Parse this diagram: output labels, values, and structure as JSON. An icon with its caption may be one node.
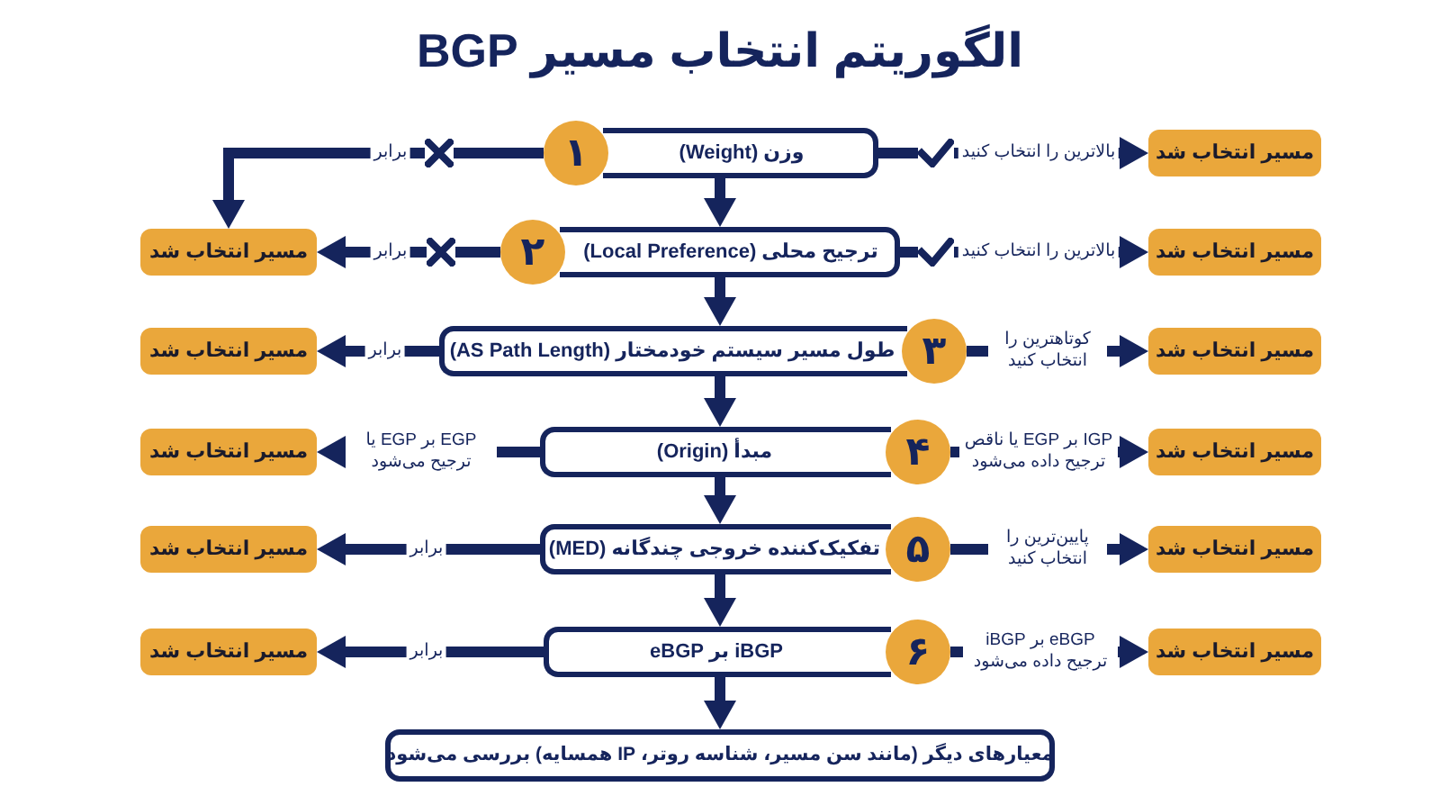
{
  "diagram": {
    "title": "الگوریتم انتخاب مسیر BGP",
    "nodes": [
      {
        "text": [
          "وزن (Weight)"
        ]
      },
      {
        "text": [
          "۱"
        ]
      },
      {
        "text": [
          "مسیر انتخاب شد"
        ]
      },
      {
        "text": [
          "ترجیح محلی (Local Preference)"
        ]
      },
      {
        "text": [
          "۲"
        ]
      },
      {
        "text": [
          "مسیر انتخاب شد"
        ]
      },
      {
        "text": [
          "مسیر انتخاب شد"
        ]
      },
      {
        "text": [
          "طول مسیر سیستم خودمختار (AS Path Length)"
        ]
      },
      {
        "text": [
          "۳"
        ]
      },
      {
        "text": [
          "مسیر انتخاب شد"
        ]
      },
      {
        "text": [
          "مسیر انتخاب شد"
        ]
      },
      {
        "text": [
          "مبدأ (Origin)"
        ]
      },
      {
        "text": [
          "۴"
        ]
      },
      {
        "text": [
          "مسیر انتخاب شد"
        ]
      },
      {
        "text": [
          "مسیر انتخاب شد"
        ]
      },
      {
        "text": [
          "تفکیک‌کننده خروجی چندگانه (MED)"
        ]
      },
      {
        "text": [
          "۵"
        ]
      },
      {
        "text": [
          "مسیر انتخاب شد"
        ]
      },
      {
        "text": [
          "مسیر انتخاب شد"
        ]
      },
      {
        "text": [
          "iBGP بر eBGP"
        ]
      },
      {
        "text": [
          "۶"
        ]
      },
      {
        "text": [
          "مسیر انتخاب شد"
        ]
      },
      {
        "text": [
          "مسیر انتخاب شد"
        ]
      },
      {
        "text": [
          "معیارهای دیگر (مانند سن مسیر، شناسه روتر، IP همسایه) بررسی می‌شود"
        ]
      }
    ],
    "edges": [
      {
        "from": 0,
        "to": 2,
        "arrow": "to",
        "label": "بالاترین را انتخاب کنید"
      },
      {
        "from": 1,
        "to": 6,
        "arrow": "to",
        "label": "برابر"
      },
      {
        "from": 0,
        "to": 3,
        "arrow": "to"
      },
      {
        "from": 3,
        "to": 5,
        "arrow": "to",
        "label": "بالاترین را انتخاب کنید"
      },
      {
        "from": 4,
        "to": 6,
        "arrow": "to",
        "label": "برابر"
      },
      {
        "from": 3,
        "to": 7,
        "arrow": "to"
      },
      {
        "from": 8,
        "to": 9,
        "arrow": "to",
        "label": "کوتاهترین را انتخاب کنید"
      },
      {
        "from": 7,
        "to": 10,
        "arrow": "to",
        "label": "برابر"
      },
      {
        "from": 7,
        "to": 11,
        "arrow": "to"
      },
      {
        "from": 12,
        "to": 13,
        "arrow": "to",
        "label": "IGP بر EGP یا ناقص ترجیح داده می‌شود"
      },
      {
        "from": 11,
        "to": 14,
        "arrow": "to",
        "label": "EGP بر EGP یا ترجیح می‌شود"
      },
      {
        "from": 11,
        "to": 15,
        "arrow": "to"
      },
      {
        "from": 16,
        "to": 17,
        "arrow": "to",
        "label": "پایین‌ترین را انتخاب کنید"
      },
      {
        "from": 15,
        "to": 18,
        "arrow": "to",
        "label": "برابر"
      },
      {
        "from": 15,
        "to": 19,
        "arrow": "to"
      },
      {
        "from": 20,
        "to": 21,
        "arrow": "to",
        "label": "eBGP بر iBGP ترجیح داده می‌شود"
      },
      {
        "from": 19,
        "to": 22,
        "arrow": "to",
        "label": "برابر"
      },
      {
        "from": 19,
        "to": 23,
        "arrow": "to"
      }
    ]
  }
}
